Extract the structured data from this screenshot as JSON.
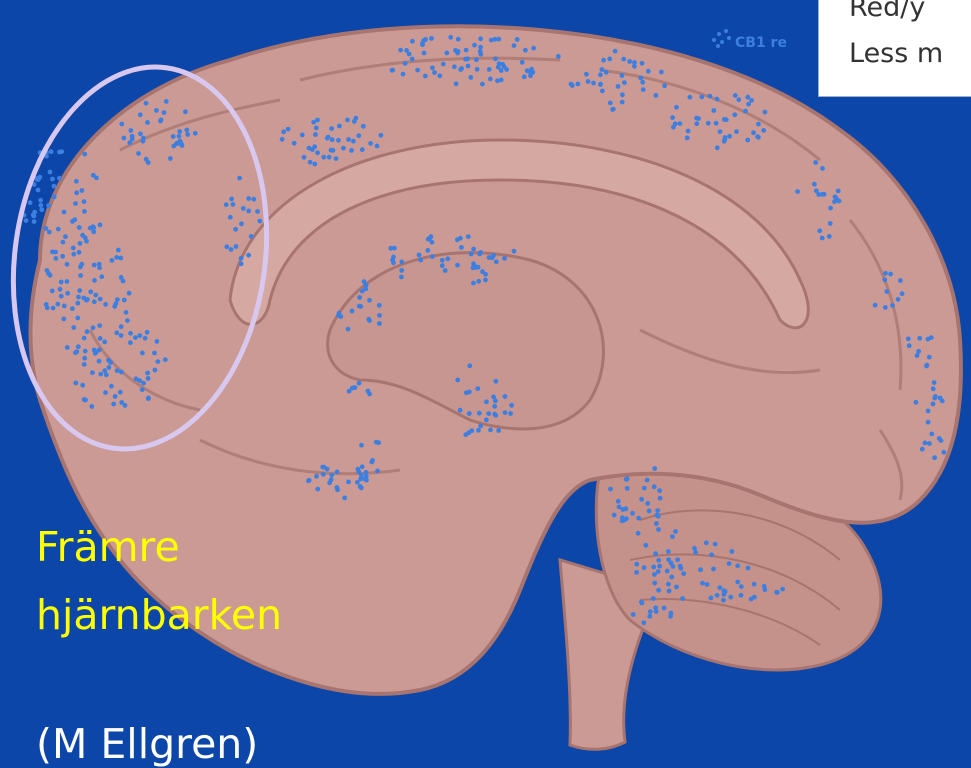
{
  "legend": {
    "dot_label": "CB1 re",
    "line1": "Red/y",
    "line2": "Less m"
  },
  "caption": {
    "line1": "Främre",
    "line2": "hjärnbarken",
    "credit": "(M Ellgren)"
  },
  "colors": {
    "background": "#0b46a8",
    "brain": "#cc9a94",
    "brain_outline": "#a8746f",
    "dots": "#3d7fe0",
    "highlight_ellipse": "#d8c8f0",
    "caption_text": "#ffff00"
  }
}
